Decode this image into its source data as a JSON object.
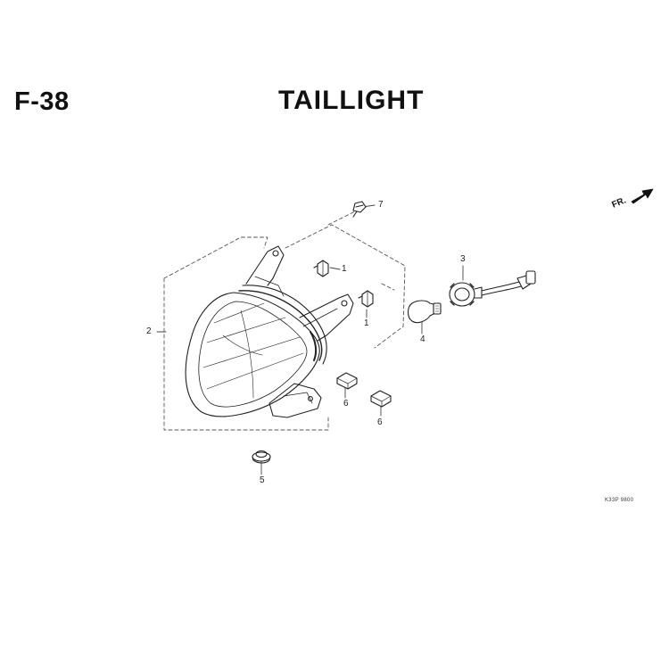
{
  "header": {
    "page_code": "F-38",
    "title": "TAILLIGHT"
  },
  "orientation": {
    "front_label": "FR.",
    "icon": "front-direction-arrow-icon"
  },
  "callouts": {
    "c1_upper": "1",
    "c1_lower": "1",
    "c2": "2",
    "c3": "3",
    "c4": "4",
    "c5": "5",
    "c6_left": "6",
    "c6_right": "6",
    "c7": "7"
  },
  "parts": [
    {
      "ref": "1",
      "icon": "clip-icon"
    },
    {
      "ref": "2",
      "icon": "taillight-assembly-icon"
    },
    {
      "ref": "3",
      "icon": "socket-harness-icon"
    },
    {
      "ref": "4",
      "icon": "bulb-icon"
    },
    {
      "ref": "5",
      "icon": "grommet-icon"
    },
    {
      "ref": "6",
      "icon": "clip-nut-icon"
    },
    {
      "ref": "7",
      "icon": "screw-icon"
    }
  ],
  "footer": {
    "diagram_code": "K33P 9800"
  }
}
